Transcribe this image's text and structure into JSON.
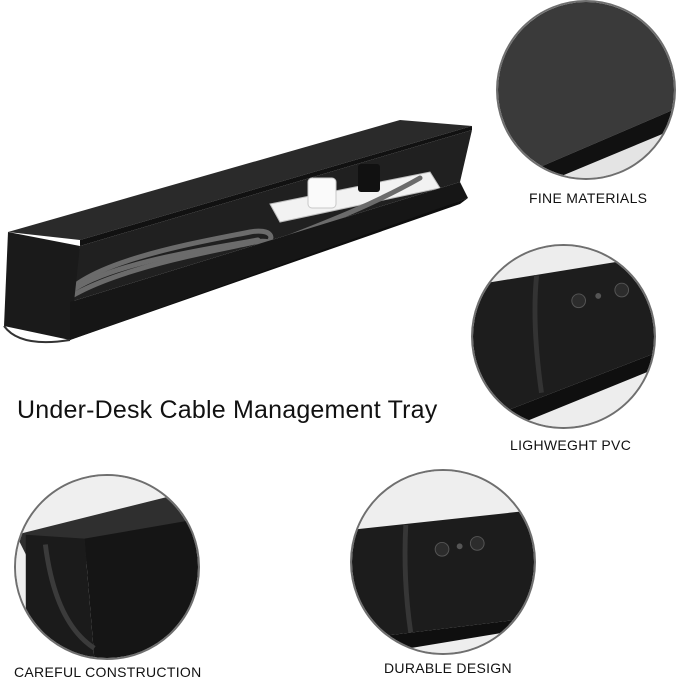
{
  "title": "Under-Desk Cable Management Tray",
  "features": [
    {
      "label": "FINE MATERIALS"
    },
    {
      "label": "LIGHWEGHT PVC"
    },
    {
      "label": "CAREFUL CONSTRUCTION"
    },
    {
      "label": "DURABLE DESIGN"
    }
  ],
  "colors": {
    "tray": "#1a1a1a",
    "tray_highlight": "#3a3a3a",
    "cable": "#6b6b6b",
    "power_strip": "#f2f2f2",
    "background": "#ffffff"
  }
}
